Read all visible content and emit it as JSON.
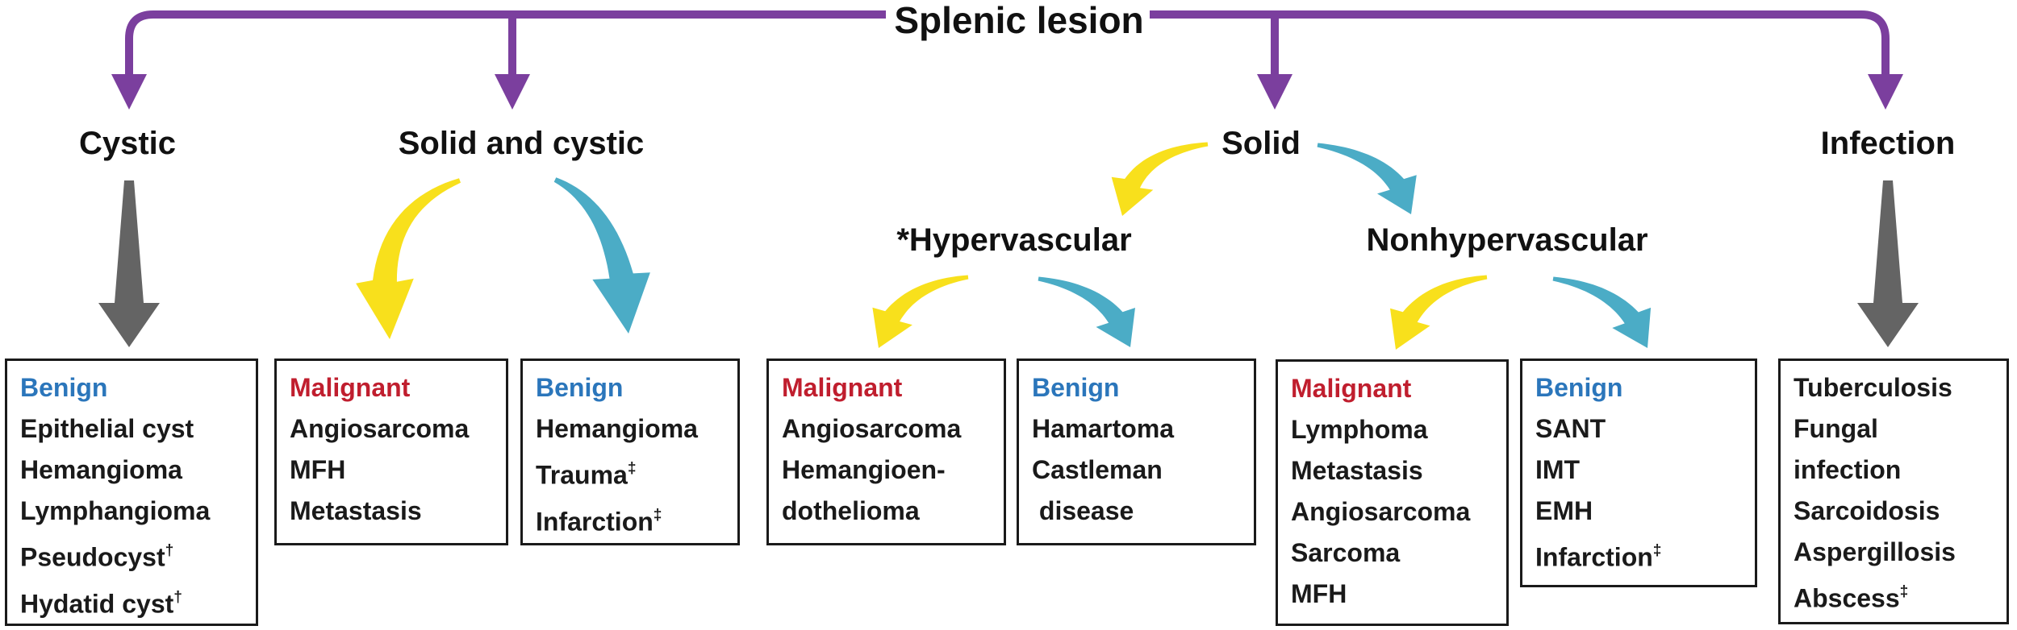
{
  "title": "Splenic lesion",
  "branches": {
    "cystic": "Cystic",
    "solid_cystic": "Solid and cystic",
    "solid": "Solid",
    "infection": "Infection",
    "hypervascular": "*Hypervascular",
    "nonhypervascular": "Nonhypervascular"
  },
  "colors": {
    "purple_connector": "#7B3F9E",
    "yellow_arrow": "#F8E01C",
    "teal_arrow": "#4BACC6",
    "gray_arrow": "#646464",
    "benign_header": "#2B76BB",
    "malignant_header": "#C01E2E",
    "body_text": "#1A1A1A"
  },
  "boxes": [
    {
      "id": "cystic-benign",
      "header": "Benign",
      "header_type": "benign",
      "items": [
        "Epithelial cyst",
        "Hemangioma",
        "Lymphangioma",
        "Pseudocyst†",
        "Hydatid cyst†"
      ]
    },
    {
      "id": "solid-cystic-malignant",
      "header": "Malignant",
      "header_type": "malignant",
      "items": [
        "Angiosarcoma",
        "MFH",
        "Metastasis"
      ]
    },
    {
      "id": "solid-cystic-benign",
      "header": "Benign",
      "header_type": "benign",
      "items": [
        "Hemangioma",
        "Trauma‡",
        "Infarction‡"
      ]
    },
    {
      "id": "hypervascular-malignant",
      "header": "Malignant",
      "header_type": "malignant",
      "items": [
        "Angiosarcoma",
        "Hemangioen-",
        "dothelioma"
      ]
    },
    {
      "id": "hypervascular-benign",
      "header": "Benign",
      "header_type": "benign",
      "items": [
        "Hamartoma",
        "Castleman",
        " disease"
      ]
    },
    {
      "id": "nonhypervascular-malignant",
      "header": "Malignant",
      "header_type": "malignant",
      "items": [
        "Lymphoma",
        "Metastasis",
        "Angiosarcoma",
        "Sarcoma",
        "MFH"
      ]
    },
    {
      "id": "nonhypervascular-benign",
      "header": "Benign",
      "header_type": "benign",
      "items": [
        "SANT",
        "IMT",
        "EMH",
        "Infarction‡"
      ]
    },
    {
      "id": "infection-list",
      "header": null,
      "header_type": null,
      "items": [
        "Tuberculosis",
        "Fungal",
        "infection",
        "Sarcoidosis",
        "Aspergillosis",
        "Abscess‡"
      ]
    }
  ]
}
